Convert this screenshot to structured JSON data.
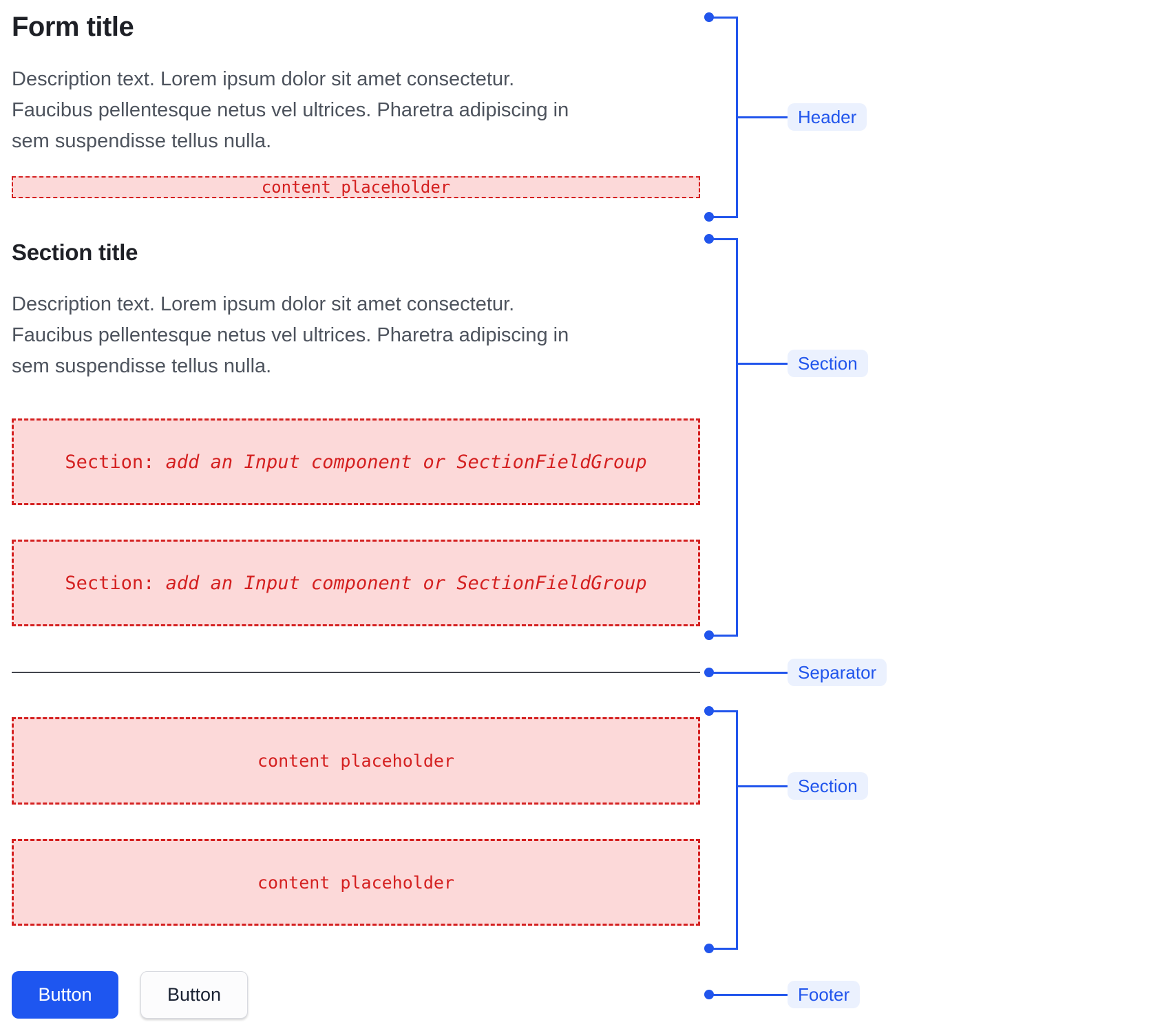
{
  "colors": {
    "accent_blue": "#2155EC",
    "label_bg": "#EBF1FE",
    "placeholder_red": "#D42020",
    "placeholder_bg": "#FCD9D9",
    "title_color": "#1E2026",
    "description_color": "#4D535D",
    "separator_color": "#42454D",
    "primary_button_bg": "#1E56F0"
  },
  "header": {
    "title": "Form title",
    "description_lines": [
      "Description text. Lorem ipsum dolor sit amet consectetur.",
      "Faucibus pellentesque netus vel ultrices. Pharetra adipiscing in",
      "sem suspendisse tellus nulla."
    ],
    "placeholder": "content placeholder"
  },
  "section": {
    "title": "Section title",
    "description_lines": [
      "Description text. Lorem ipsum dolor sit amet consectetur.",
      "Faucibus pellentesque netus vel ultrices. Pharetra adipiscing in",
      "sem suspendisse tellus nulla."
    ],
    "boxes": [
      {
        "prefix": "Section:",
        "rest": "add an Input component or SectionFieldGroup"
      },
      {
        "prefix": "Section:",
        "rest": "add an Input component or SectionFieldGroup"
      }
    ]
  },
  "lower_section": {
    "boxes": [
      "content placeholder",
      "content placeholder"
    ]
  },
  "footer": {
    "primary_button_label": "Button",
    "secondary_button_label": "Button"
  },
  "annotations": {
    "header": "Header",
    "section_top": "Section",
    "separator": "Separator",
    "section_bottom": "Section",
    "footer": "Footer"
  }
}
